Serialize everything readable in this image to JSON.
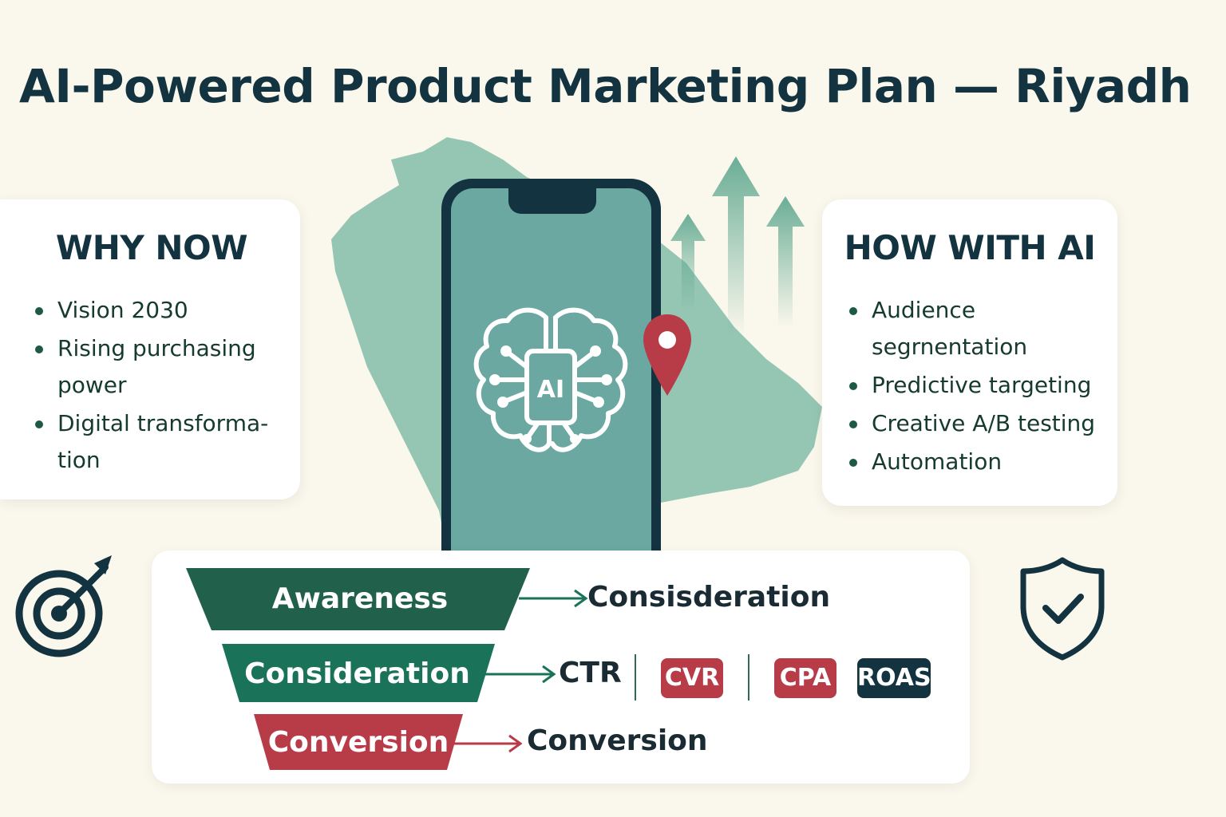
{
  "title": "AI-Powered Product Marketing Plan — Riyadh",
  "why_now": {
    "heading": "WHY NOW",
    "items": [
      "Vision 2030",
      "Rising purchasing power",
      "Digital transforma-tion"
    ]
  },
  "how_with_ai": {
    "heading": "HOW WITH AI",
    "items": [
      "Audience segrnentation",
      "Predictive targeting",
      "Creative A/B testing",
      "Automation"
    ]
  },
  "phone": {
    "chip_label": "AI"
  },
  "funnel": {
    "stages": [
      {
        "label": "Awareness",
        "target": "Consisderation",
        "color": "#21614b"
      },
      {
        "label": "Consideration",
        "target": "CTR",
        "color": "#1a7358"
      },
      {
        "label": "Conversion",
        "target": "Conversion",
        "color": "#b83b48"
      }
    ],
    "metrics": [
      "CVR",
      "CPA",
      "ROAS"
    ]
  },
  "icons": {
    "brain": "brain-chip-icon",
    "pin": "location-pin-icon",
    "growth": "up-arrows-icon",
    "target": "target-icon",
    "shield": "shield-check-icon"
  },
  "colors": {
    "navy": "#12333f",
    "green": "#21614b",
    "red": "#b83b48",
    "map": "#8fc2b0"
  }
}
